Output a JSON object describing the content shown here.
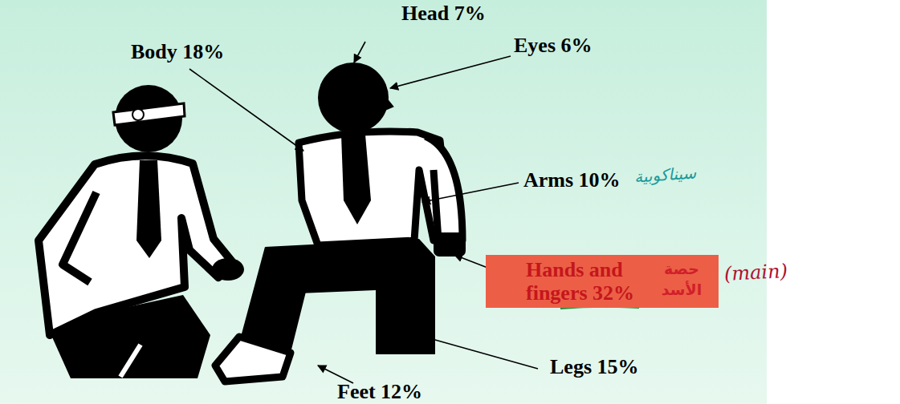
{
  "diagram": {
    "nodes": [
      {
        "text": [
          "Hands and fingers 32%"
        ]
      }
    ],
    "edges": [],
    "labels": [
      "Head 7%",
      "Body 18%",
      "Eyes 6%",
      "Arms 10%",
      "سيناكوبية",
      "حصة الأسد",
      "(main)",
      "Legs 15%",
      "Feet 12%"
    ]
  }
}
